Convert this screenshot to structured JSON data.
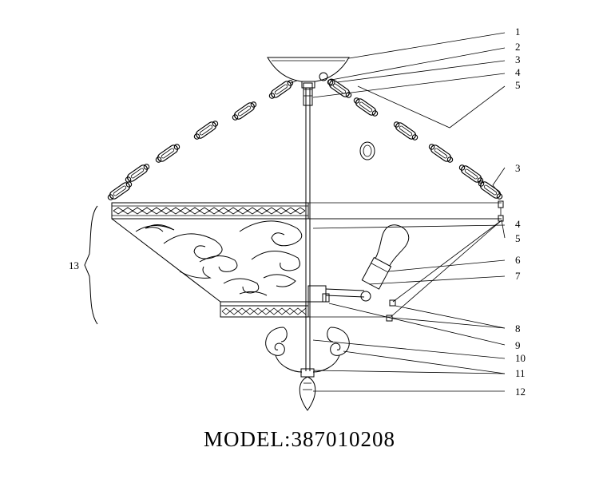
{
  "model_caption": "MODEL:387010208",
  "callouts": [
    {
      "id": "c1",
      "label": "1"
    },
    {
      "id": "c2",
      "label": "2"
    },
    {
      "id": "c3a",
      "label": "3"
    },
    {
      "id": "c4a",
      "label": "4"
    },
    {
      "id": "c5a",
      "label": "5"
    },
    {
      "id": "c3b",
      "label": "3"
    },
    {
      "id": "c4b",
      "label": "4"
    },
    {
      "id": "c5b",
      "label": "5"
    },
    {
      "id": "c6",
      "label": "6"
    },
    {
      "id": "c7",
      "label": "7"
    },
    {
      "id": "c8",
      "label": "8"
    },
    {
      "id": "c9",
      "label": "9"
    },
    {
      "id": "c10",
      "label": "10"
    },
    {
      "id": "c11",
      "label": "11"
    },
    {
      "id": "c12",
      "label": "12"
    },
    {
      "id": "c13",
      "label": "13"
    }
  ]
}
